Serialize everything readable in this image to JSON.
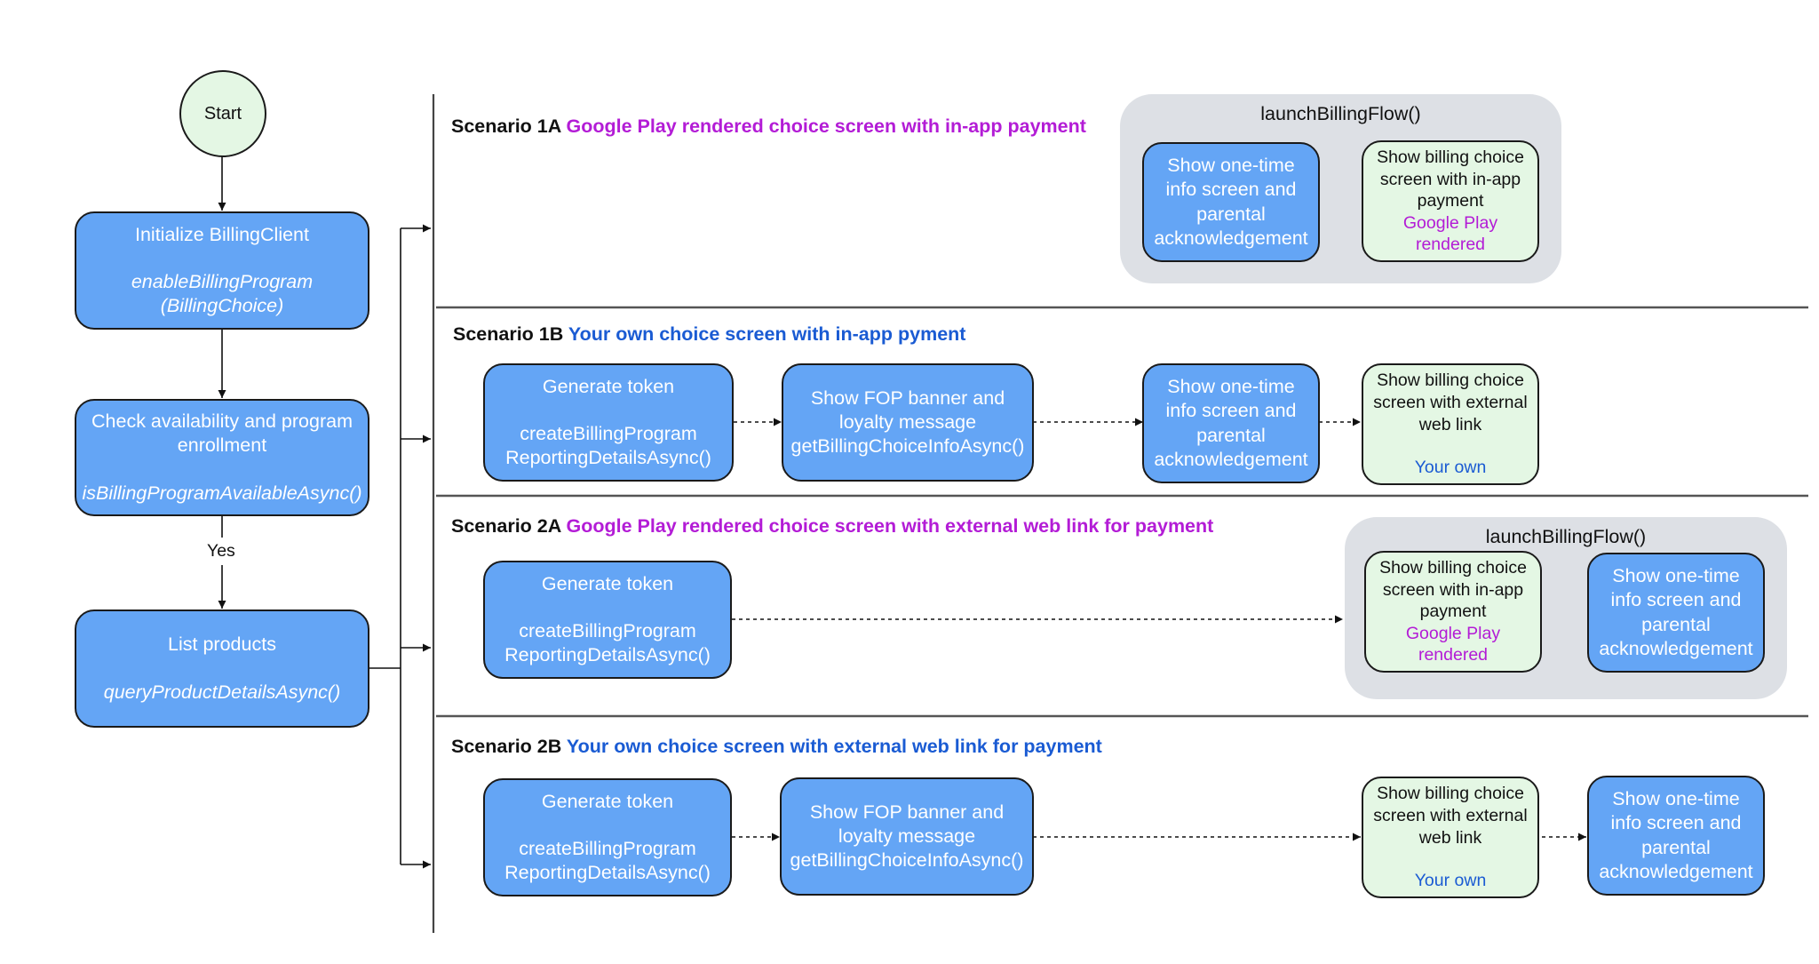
{
  "start": {
    "label": "Start"
  },
  "left_flow": {
    "init": {
      "title": "Initialize BillingClient",
      "code_line1": "enableBillingProgram",
      "code_line2": "(BillingChoice)"
    },
    "check": {
      "title_line1": "Check availability and program",
      "title_line2": "enrollment",
      "code": "isBillingProgramAvailableAsync()"
    },
    "yes_label": "Yes",
    "list": {
      "title": "List products",
      "code": "queryProductDetailsAsync()"
    }
  },
  "scenarios": {
    "s1a": {
      "code": "Scenario 1A",
      "title": "Google Play rendered choice screen with in-app payment",
      "group_title": "launchBillingFlow()",
      "info": [
        "Show one-time",
        "info screen and",
        "parental",
        "acknowledgement"
      ],
      "choice": [
        "Show billing choice",
        "screen with in-app",
        "payment"
      ],
      "choice_tag": [
        "Google Play",
        "rendered"
      ]
    },
    "s1b": {
      "code": "Scenario 1B",
      "title": "Your own choice screen with in-app pyment",
      "token": {
        "title": "Generate token",
        "code_line1": "createBillingProgram",
        "code_line2": "ReportingDetailsAsync()"
      },
      "fop": [
        "Show FOP banner and",
        "loyalty message",
        "getBillingChoiceInfoAsync()"
      ],
      "info": [
        "Show one-time",
        "info screen and",
        "parental",
        "acknowledgement"
      ],
      "choice": [
        "Show billing choice",
        "screen with external",
        "web link"
      ],
      "choice_tag": "Your own"
    },
    "s2a": {
      "code": "Scenario 2A",
      "title": "Google Play rendered choice screen with external web link for payment",
      "token": {
        "title": "Generate token",
        "code_line1": "createBillingProgram",
        "code_line2": "ReportingDetailsAsync()"
      },
      "group_title": "launchBillingFlow()",
      "choice": [
        "Show billing choice",
        "screen with in-app",
        "payment"
      ],
      "choice_tag": [
        "Google Play",
        "rendered"
      ],
      "info": [
        "Show one-time",
        "info screen and",
        "parental",
        "acknowledgement"
      ]
    },
    "s2b": {
      "code": "Scenario 2B",
      "title": "Your own choice screen with external web link for payment",
      "token": {
        "title": "Generate token",
        "code_line1": "createBillingProgram",
        "code_line2": "ReportingDetailsAsync()"
      },
      "fop": [
        "Show FOP banner and",
        "loyalty message",
        "getBillingChoiceInfoAsync()"
      ],
      "choice": [
        "Show billing choice",
        "screen with external",
        "web link"
      ],
      "choice_tag": "Your own",
      "info": [
        "Show one-time",
        "info screen and",
        "parental",
        "acknowledgement"
      ]
    }
  },
  "colors": {
    "action_fill": "#64a5f5",
    "screen_fill": "#e4f7e4",
    "group_fill": "#dde0e5",
    "google_play_purple": "#b31cd6",
    "your_own_blue": "#1a5bd3"
  }
}
